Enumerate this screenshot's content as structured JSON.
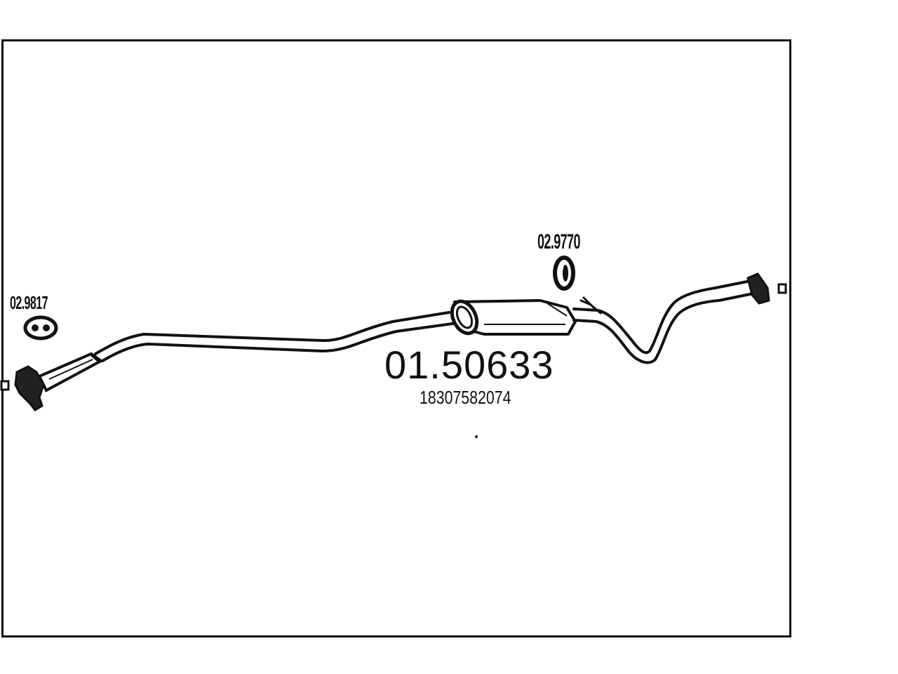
{
  "diagram": {
    "part_number": "01.50633",
    "oem_number": "18307582074",
    "accessories": [
      {
        "ref": "02.9817",
        "icon": "gasket-icon"
      },
      {
        "ref": "02.9770",
        "icon": "rubber-ring-icon"
      }
    ],
    "colors": {
      "line": "#111111",
      "background": "#ffffff"
    }
  }
}
